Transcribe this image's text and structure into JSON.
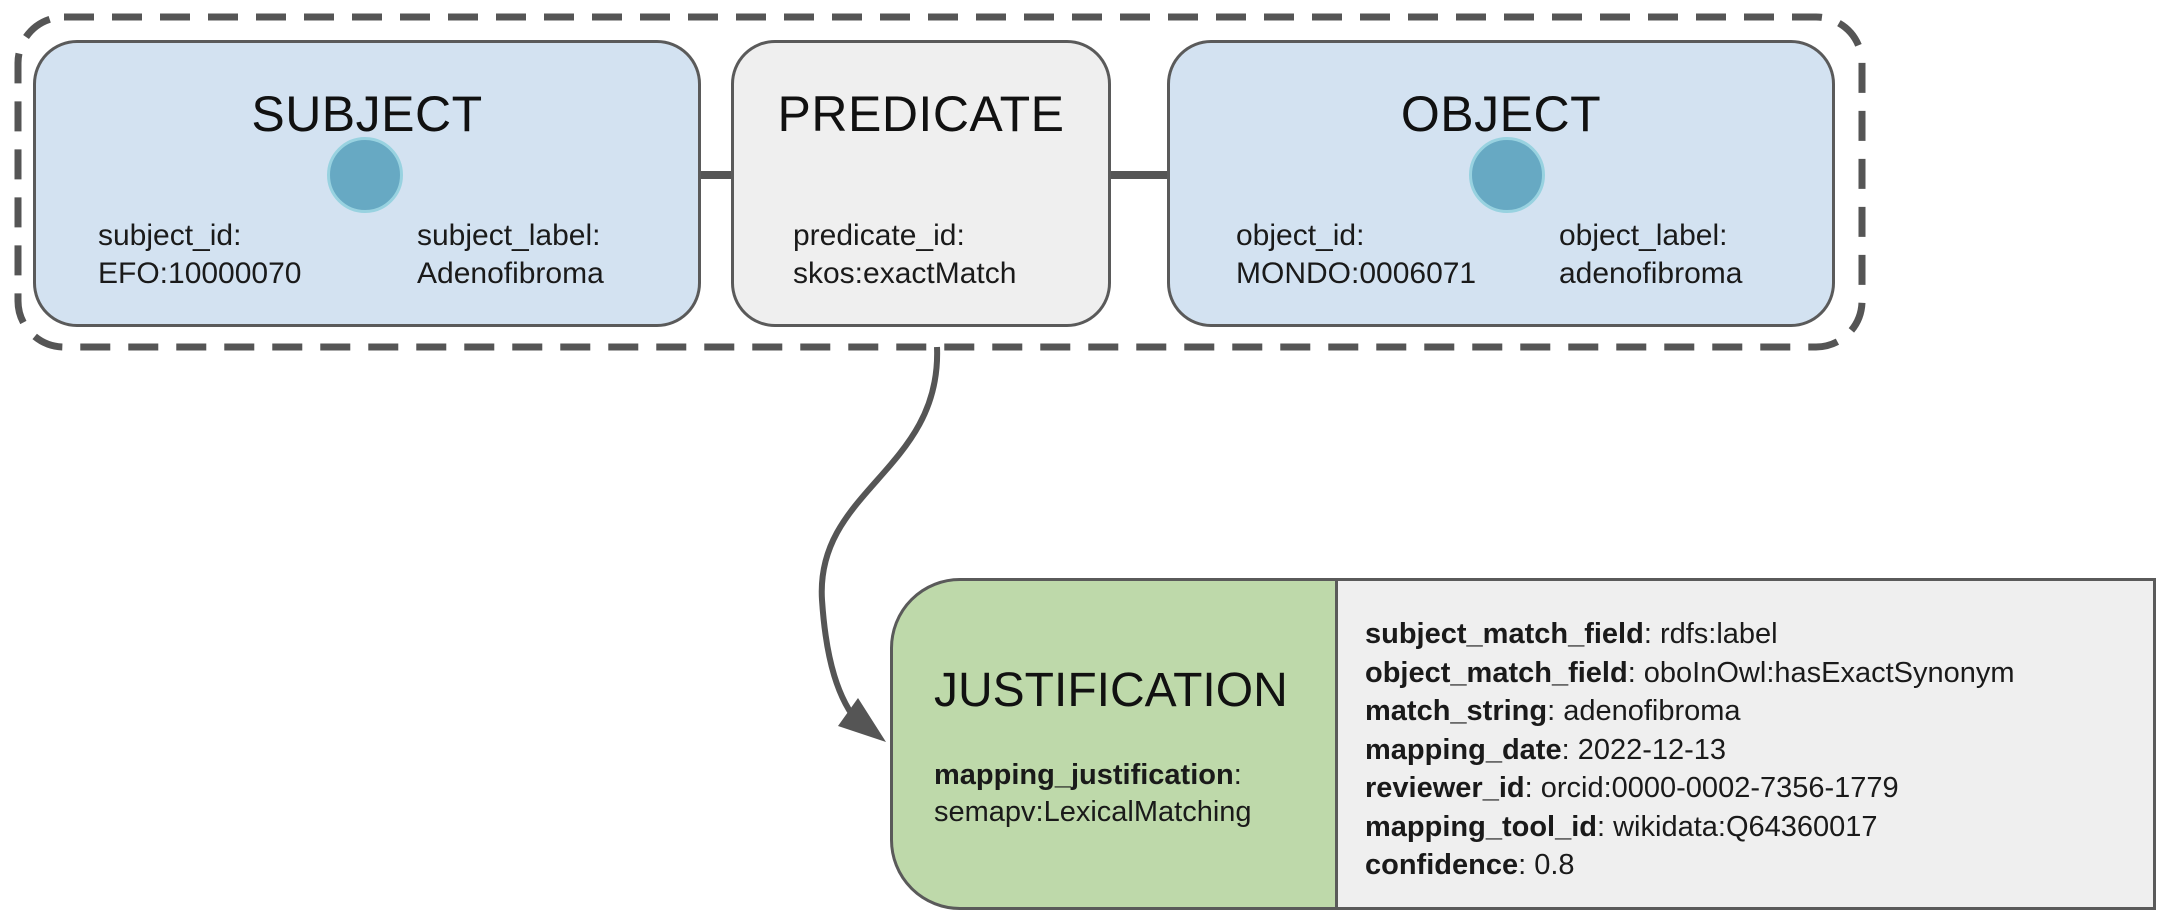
{
  "subject": {
    "title": "SUBJECT",
    "id_key": "subject_id:",
    "id_value": "EFO:10000070",
    "label_key": "subject_label:",
    "label_value": "Adenofibroma"
  },
  "predicate": {
    "title": "PREDICATE",
    "id_key": "predicate_id:",
    "id_value": "skos:exactMatch"
  },
  "object": {
    "title": "OBJECT",
    "id_key": "object_id:",
    "id_value": "MONDO:0006071",
    "label_key": "object_label:",
    "label_value": "adenofibroma"
  },
  "justification": {
    "title": "JUSTIFICATION",
    "field_key": "mapping_justification",
    "field_sep": ":",
    "field_value": "semapv:LexicalMatching",
    "metadata": [
      {
        "key": "subject_match_field",
        "value": ": rdfs:label"
      },
      {
        "key": "object_match_field",
        "value": ": oboInOwl:hasExactSynonym"
      },
      {
        "key": "match_string",
        "value": ": adenofibroma"
      },
      {
        "key": "mapping_date",
        "value": ": 2022-12-13"
      },
      {
        "key": "reviewer_id",
        "value": ": orcid:0000-0002-7356-1779"
      },
      {
        "key": "mapping_tool_id",
        "value": ": wikidata:Q64360017"
      },
      {
        "key": "confidence",
        "value": ": 0.8"
      }
    ]
  },
  "colors": {
    "entity_fill": "#d3e2f1",
    "predicate_fill": "#efefef",
    "justification_fill": "#bed9aa",
    "node_fill": "#67a9c3",
    "stroke": "#5a5a5a"
  }
}
